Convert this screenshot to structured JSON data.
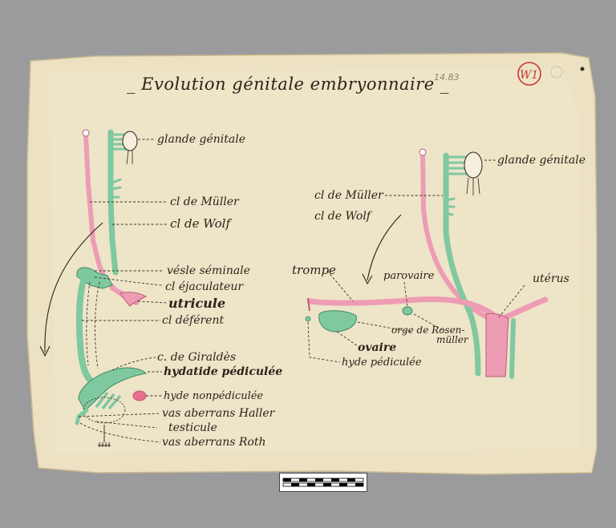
{
  "title": "_ Evolution génitale embryonnaire _",
  "stamp": "W1",
  "pencil_mark": "14.83",
  "left_labels": {
    "glande": "glande génitale",
    "muller": "cl de Müller",
    "wolf": "cl de Wolf",
    "vesicule": "vésle séminale",
    "ejaculateur": "cl éjaculateur",
    "utricule": "utricule",
    "deferent": "cl déférent",
    "giraldes": "c. de Giraldès",
    "hydatide_ped": "hydatide pédiculée",
    "hyd_nonped": "hyde nonpédiculée",
    "vas_haller": "vas aberrans Haller",
    "testicule": "testicule",
    "vas_roth": "vas aberrans Roth"
  },
  "right_labels": {
    "glande": "glande génitale",
    "muller": "cl de Müller",
    "wolf": "cl de Wolf",
    "trompe": "trompe",
    "parovaire": "parovaire",
    "uterus": "utérus",
    "rosenmuller_1": "orge de Rosen-",
    "rosenmuller_2": "müller",
    "ovaire": "ovaire",
    "hyd_ped": "hyde pédiculée"
  }
}
